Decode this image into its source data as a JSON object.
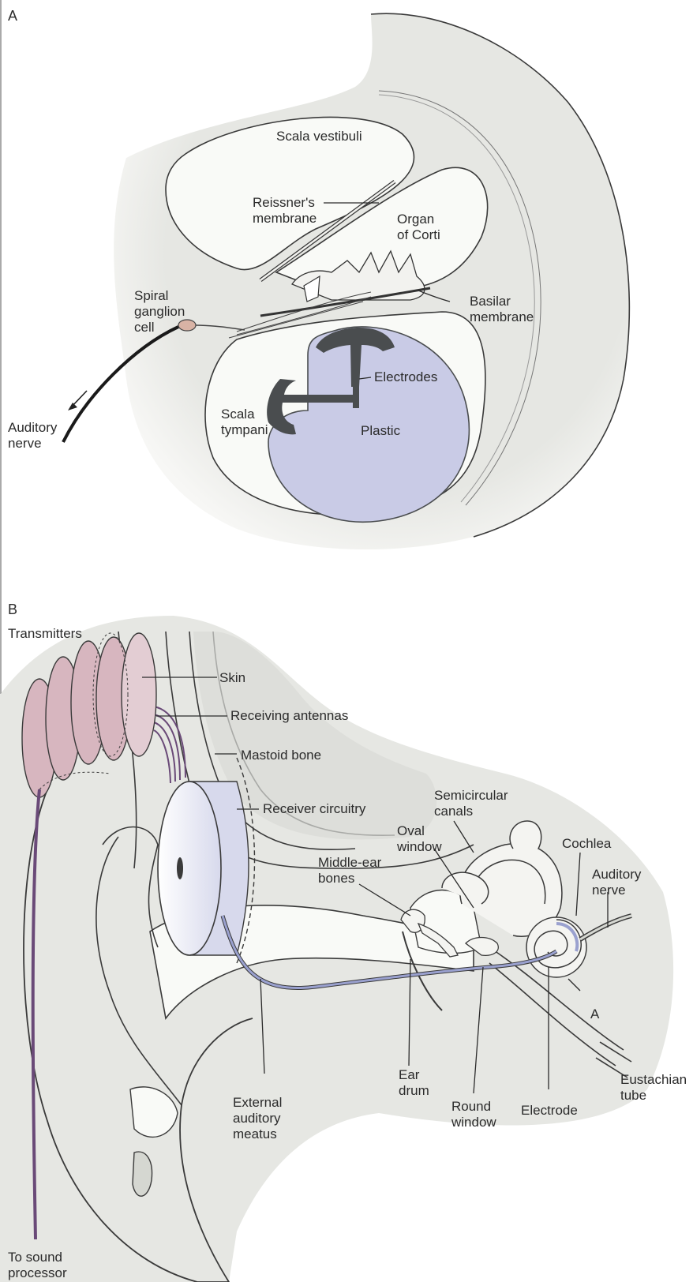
{
  "panel_a": {
    "letter": "A",
    "labels": {
      "scala_vestibuli": "Scala vestibuli",
      "reissner_1": "Reissner's",
      "reissner_2": "membrane",
      "organ_1": "Organ",
      "organ_2": "of Corti",
      "spiral_1": "Spiral",
      "spiral_2": "ganglion",
      "spiral_3": "cell",
      "basilar_1": "Basilar",
      "basilar_2": "membrane",
      "electrodes": "Electrodes",
      "plastic": "Plastic",
      "scala_tympani_1": "Scala",
      "scala_tympani_2": "tympani",
      "auditory_nerve_1": "Auditory",
      "auditory_nerve_2": "nerve"
    }
  },
  "panel_b": {
    "letter": "B",
    "labels": {
      "transmitters": "Transmitters",
      "skin": "Skin",
      "receiving_antennas": "Receiving antennas",
      "mastoid_bone": "Mastoid bone",
      "receiver_circuitry": "Receiver circuitry",
      "semicircular_1": "Semicircular",
      "semicircular_2": "canals",
      "oval_1": "Oval",
      "oval_2": "window",
      "cochlea": "Cochlea",
      "middle_ear_1": "Middle-ear",
      "middle_ear_2": "bones",
      "auditory_nerve_1": "Auditory",
      "auditory_nerve_2": "nerve",
      "a_marker": "A",
      "ear_drum_1": "Ear",
      "ear_drum_2": "drum",
      "eustachian_1": "Eustachian",
      "eustachian_2": "tube",
      "external_1": "External",
      "external_2": "auditory",
      "external_3": "meatus",
      "round_1": "Round",
      "round_2": "window",
      "electrode": "Electrode",
      "sound_1": "To sound",
      "sound_2": "processor"
    }
  },
  "colors": {
    "tissue": "#e7e8e4",
    "tissue_dark": "#d5d7d1",
    "fluid": "#f9faf7",
    "electrode_carrier": "#c9cbe6",
    "electrode_metal": "#4a4d4f",
    "transmitter": "#d7b6bf",
    "wire": "#6a4a78",
    "electrode_wire": "#9aa1cf"
  }
}
